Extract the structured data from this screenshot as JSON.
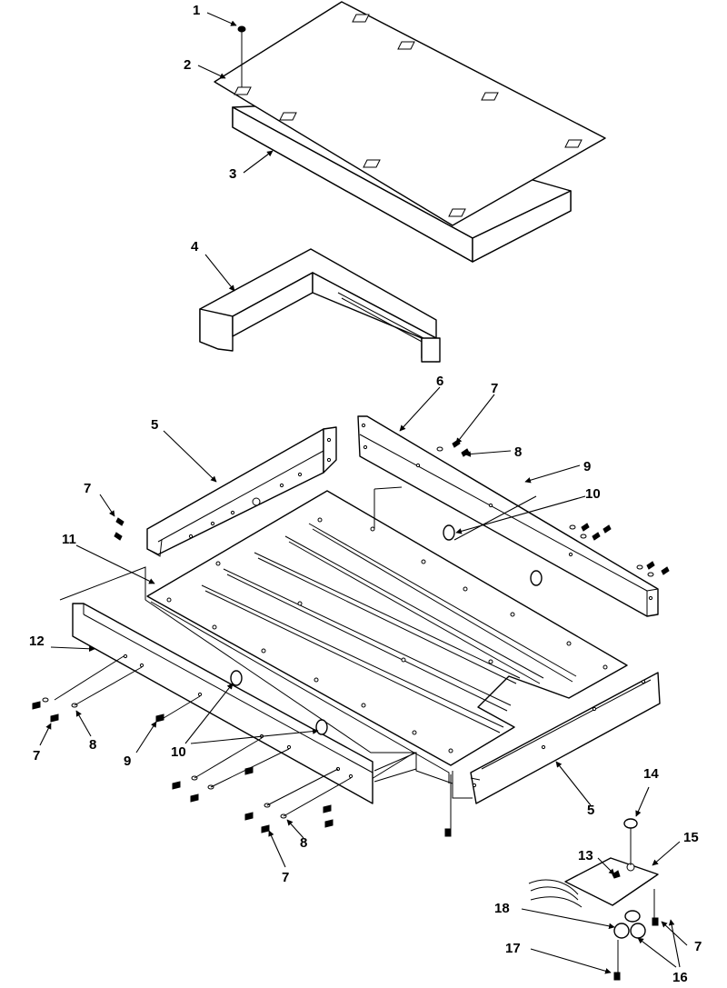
{
  "colors": {
    "line": "#000000",
    "background": "#ffffff"
  },
  "callouts": [
    {
      "id": "c1",
      "label": "1"
    },
    {
      "id": "c2",
      "label": "2"
    },
    {
      "id": "c3",
      "label": "3"
    },
    {
      "id": "c4",
      "label": "4"
    },
    {
      "id": "c5a",
      "label": "5"
    },
    {
      "id": "c6",
      "label": "6"
    },
    {
      "id": "c7a",
      "label": "7"
    },
    {
      "id": "c8a",
      "label": "8"
    },
    {
      "id": "c7b",
      "label": "7"
    },
    {
      "id": "c9a",
      "label": "9"
    },
    {
      "id": "c10a",
      "label": "10"
    },
    {
      "id": "c11",
      "label": "11"
    },
    {
      "id": "c12",
      "label": "12"
    },
    {
      "id": "c7c",
      "label": "7"
    },
    {
      "id": "c8b",
      "label": "8"
    },
    {
      "id": "c9b",
      "label": "9"
    },
    {
      "id": "c10b",
      "label": "10"
    },
    {
      "id": "c8c",
      "label": "8"
    },
    {
      "id": "c7d",
      "label": "7"
    },
    {
      "id": "c5b",
      "label": "5"
    },
    {
      "id": "c14",
      "label": "14"
    },
    {
      "id": "c15",
      "label": "15"
    },
    {
      "id": "c13",
      "label": "13"
    },
    {
      "id": "c18",
      "label": "18"
    },
    {
      "id": "c7e",
      "label": "7"
    },
    {
      "id": "c17",
      "label": "17"
    },
    {
      "id": "c16",
      "label": "16"
    }
  ]
}
